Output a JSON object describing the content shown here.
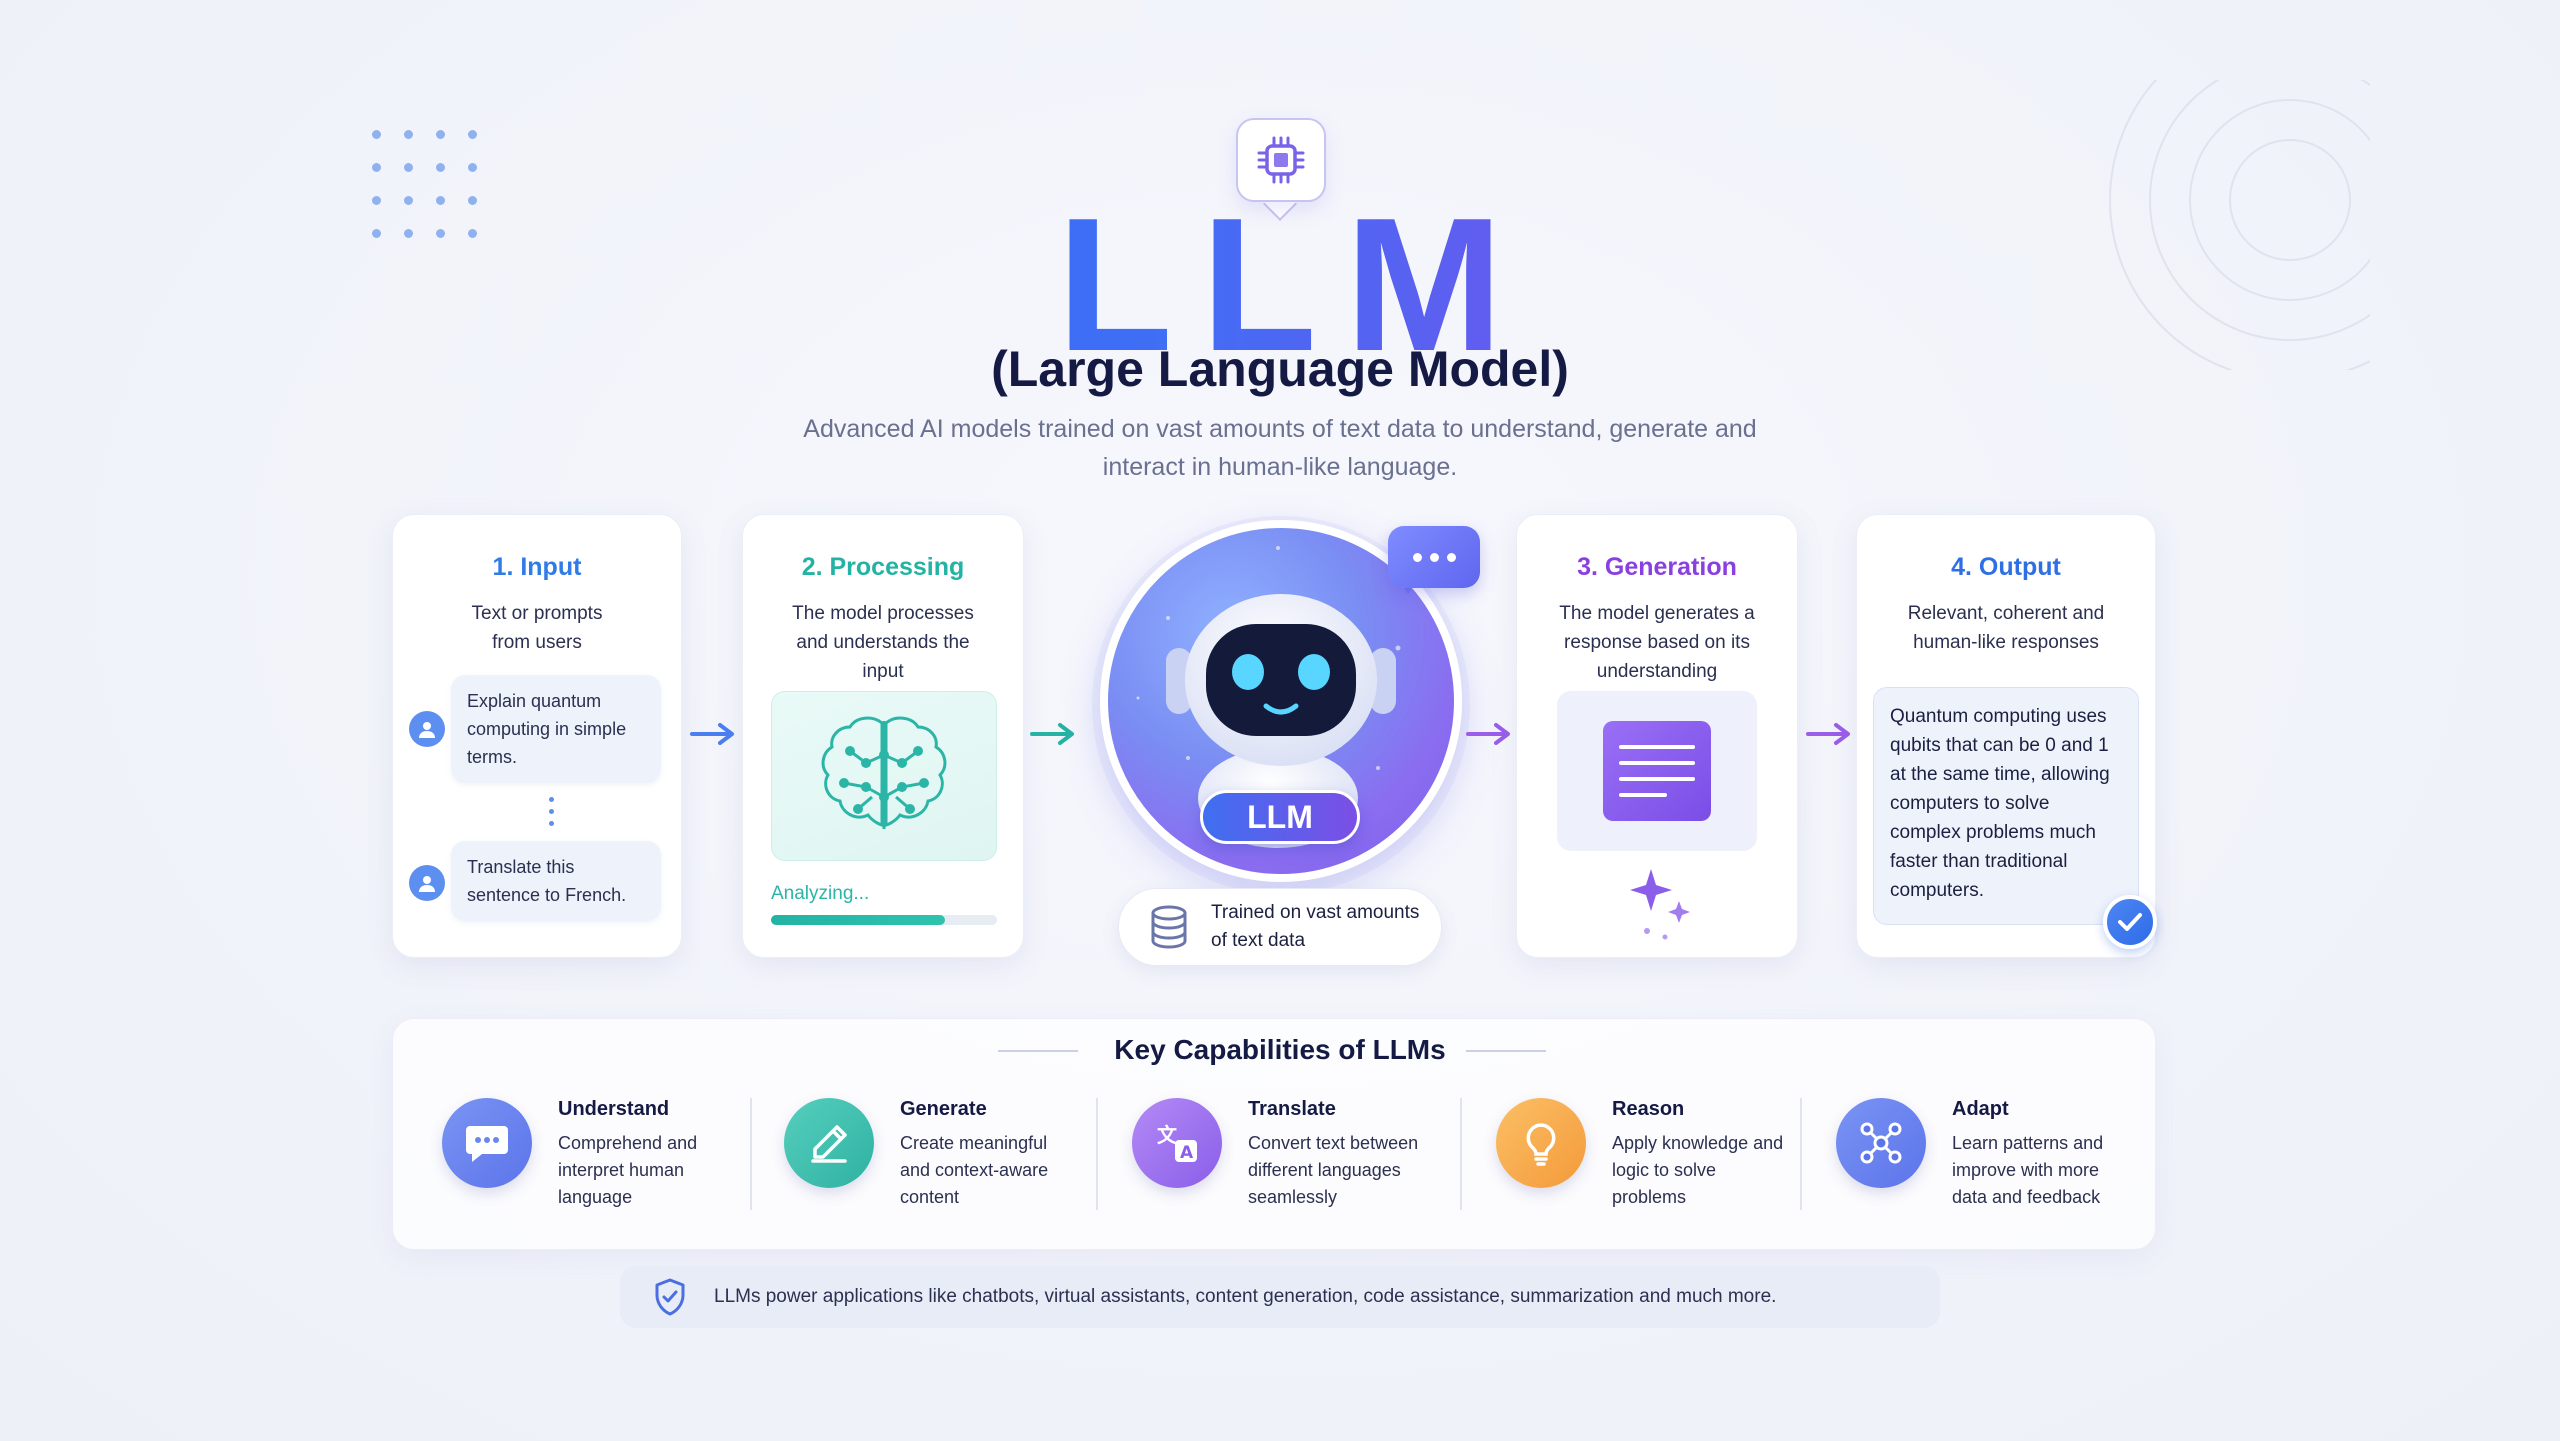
{
  "header": {
    "title": "LLM",
    "subtitle": "(Large Language Model)",
    "description": "Advanced AI models trained on vast amounts of text data to understand, generate and interact in human-like language."
  },
  "steps": {
    "input": {
      "title": "1. Input",
      "text": "Text or prompts from users",
      "prompts": [
        "Explain quantum computing in simple terms.",
        "Translate this sentence to French."
      ]
    },
    "processing": {
      "title": "2. Processing",
      "text": "The model processes and understands the input",
      "status": "Analyzing...",
      "progress": 0.77
    },
    "center": {
      "badge": "LLM",
      "trained": "Trained on vast amounts of text data"
    },
    "generation": {
      "title": "3. Generation",
      "text": "The model generates a response based on its understanding"
    },
    "output": {
      "title": "4. Output",
      "text": "Relevant, coherent and human-like responses",
      "response": "Quantum computing uses qubits that can be 0 and 1 at the same time, allowing computers to solve complex problems much faster than traditional computers."
    }
  },
  "capabilities": {
    "title": "Key Capabilities of LLMs",
    "items": [
      {
        "name": "Understand",
        "desc": "Comprehend and interpret human language",
        "icon": "chat-bubble-icon",
        "color": "#6b86f0"
      },
      {
        "name": "Generate",
        "desc": "Create meaningful and context-aware content",
        "icon": "pencil-icon",
        "color": "#3fbfae"
      },
      {
        "name": "Translate",
        "desc": "Convert text between different languages seamlessly",
        "icon": "translate-icon",
        "color": "#9a6ff0"
      },
      {
        "name": "Reason",
        "desc": "Apply knowledge and logic to solve problems",
        "icon": "lightbulb-icon",
        "color": "#f6a64a"
      },
      {
        "name": "Adapt",
        "desc": "Learn patterns and improve with more data and feedback",
        "icon": "network-icon",
        "color": "#6b86f0"
      }
    ]
  },
  "footer": {
    "text": "LLMs power applications like chatbots, virtual assistants, content generation, code assistance, summarization and much more."
  },
  "colors": {
    "input": "#2f7be8",
    "processing": "#22b3a4",
    "generation": "#8a3fe0",
    "output": "#2f6fe6"
  }
}
